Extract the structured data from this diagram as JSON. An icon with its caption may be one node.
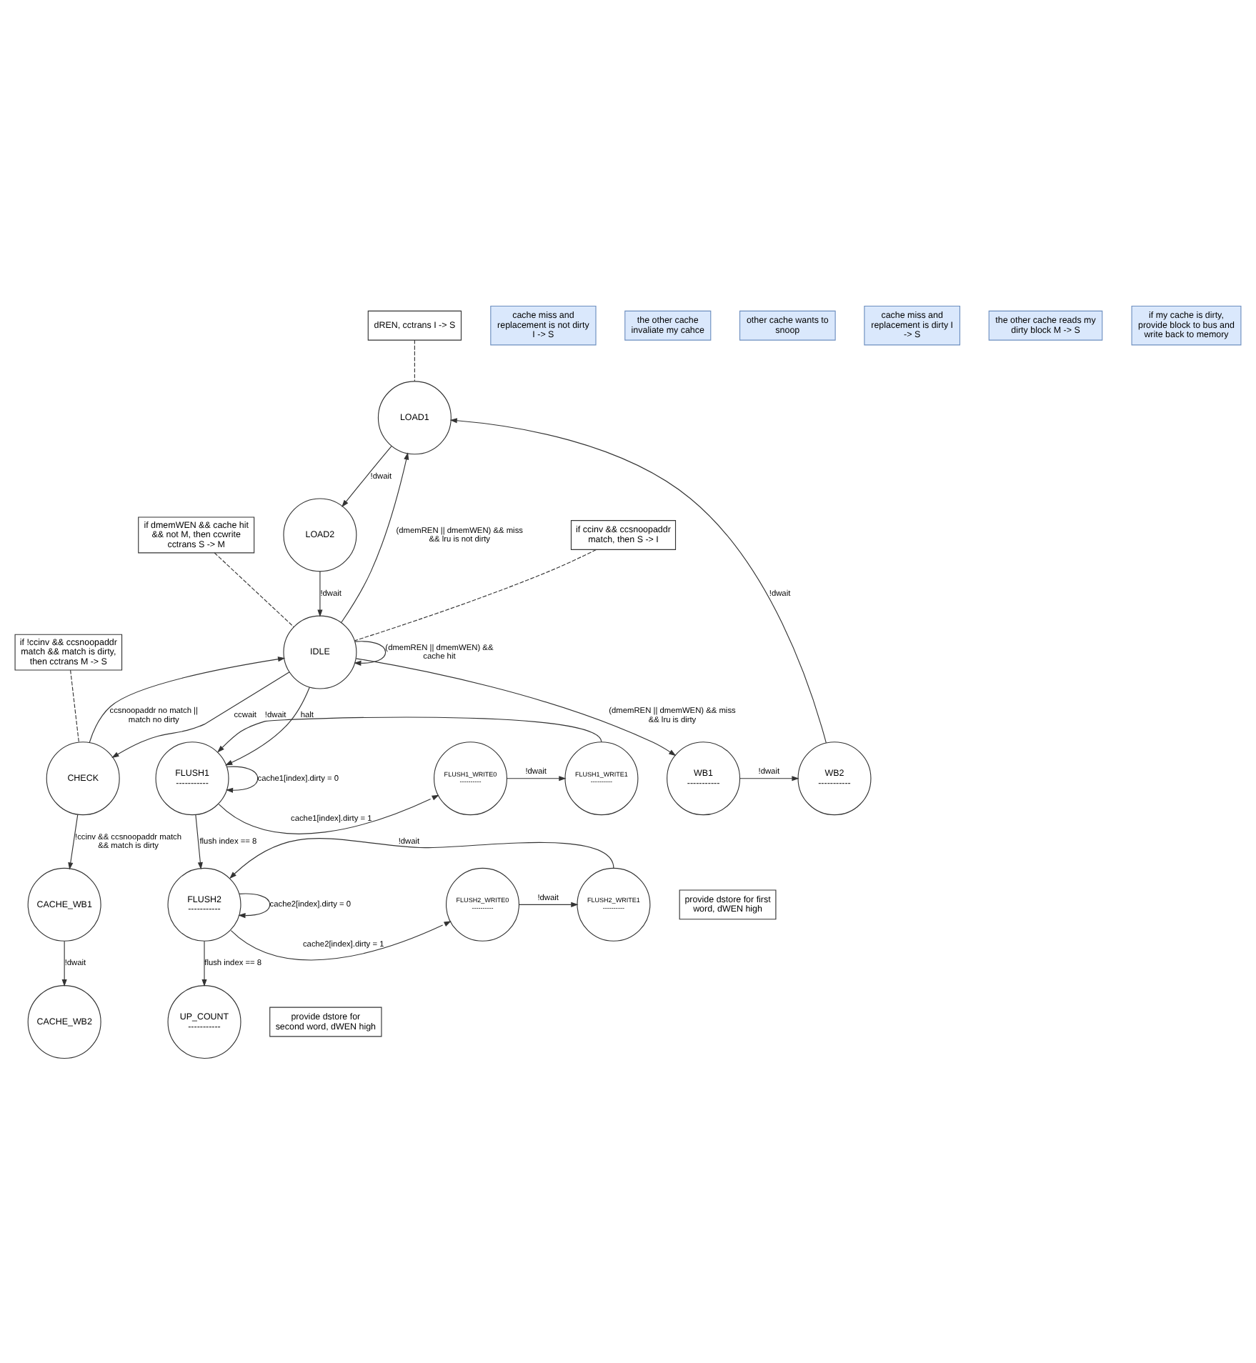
{
  "diagram": {
    "nodes": [
      {
        "text": [
          "dREN, cctrans I -> S"
        ]
      },
      {
        "text": [
          "cache miss and replacement is not dirty I -> S"
        ]
      },
      {
        "text": [
          "the other cache invaliate my cahce"
        ]
      },
      {
        "text": [
          "LOAD1"
        ]
      },
      {
        "text": [
          "if ccinv && ccsnoopaddr match, then S -> I"
        ]
      },
      {
        "text": [
          "if dmemWEN && cache hit && not M, then ccwrite cctrans S -> M"
        ]
      },
      {
        "text": [
          "if !ccinv && ccsnoopaddr match && match is dirty, then cctrans M -> S"
        ]
      },
      {
        "text": [
          "LOAD2"
        ]
      },
      {
        "text": [
          "IDLE"
        ]
      },
      {
        "text": [
          "other cache wants to snoop"
        ]
      },
      {
        "text": [
          "CHECK"
        ]
      },
      {
        "text": [
          "cache miss and replacement is dirty I -> S"
        ]
      },
      {
        "text": [
          "WB1",
          "-----------"
        ]
      },
      {
        "text": [
          "WB2",
          "-----------"
        ]
      },
      {
        "text": [
          "the other cache reads my dirty block M -> S"
        ]
      },
      {
        "text": [
          "CACHE_WB1"
        ]
      },
      {
        "text": [
          "provide dstore for first word, dWEN high"
        ]
      },
      {
        "text": [
          "if my cache is dirty, provide block to bus and write back to memory"
        ]
      },
      {
        "text": [
          "FLUSH1",
          "-----------"
        ]
      },
      {
        "text": [
          "FLUSH1_WRITE0",
          "----------"
        ]
      },
      {
        "text": [
          "FLUSH1_WRITE1",
          "----------"
        ]
      },
      {
        "text": [
          "CACHE_WB2"
        ]
      },
      {
        "text": [
          "provide dstore for second word, dWEN high"
        ]
      },
      {
        "text": [
          "FLUSH2",
          "-----------"
        ]
      },
      {
        "text": [
          "FLUSH2_WRITE0",
          "----------"
        ]
      },
      {
        "text": [
          "FLUSH2_WRITE1",
          "----------"
        ]
      },
      {
        "text": [
          "UP_COUNT",
          "-----------"
        ]
      }
    ],
    "edges": [
      {
        "from": 8,
        "to": 8,
        "arrow": "to",
        "label": "(dmemREN || dmemWEN) && cache hit"
      },
      {
        "from": 8,
        "to": 3,
        "arrow": "to",
        "label": "(dmemREN || dmemWEN) && miss && lru is not dirty"
      },
      {
        "from": 3,
        "to": 7,
        "arrow": "to",
        "label": "!dwait"
      },
      {
        "from": 7,
        "to": 8,
        "arrow": "to",
        "label": "!dwait"
      },
      {
        "from": 8,
        "to": 10,
        "arrow": "to",
        "label": "ccwait"
      },
      {
        "from": 10,
        "to": 8,
        "arrow": "to",
        "label": "ccsnoopaddr no match || match no dirty"
      },
      {
        "from": 10,
        "to": 15,
        "arrow": "to",
        "label": "!ccinv && ccsnoopaddr match && match is dirty"
      },
      {
        "from": 15,
        "to": 21,
        "arrow": "to",
        "label": "!dwait"
      },
      {
        "from": 8,
        "to": 12,
        "arrow": "to",
        "label": "(dmemREN || dmemWEN) && miss && lru is dirty"
      },
      {
        "from": 12,
        "to": 13,
        "arrow": "to",
        "label": "!dwait"
      },
      {
        "from": 13,
        "to": 3,
        "arrow": "to",
        "label": "!dwait"
      },
      {
        "from": 8,
        "to": 18,
        "arrow": "to",
        "label": "halt"
      },
      {
        "from": 18,
        "to": 18,
        "arrow": "to",
        "label": "cache1[index].dirty = 0"
      },
      {
        "from": 18,
        "to": 19,
        "arrow": "to",
        "label": "cache1[index].dirty = 1"
      },
      {
        "from": 19,
        "to": 20,
        "arrow": "to",
        "label": "!dwait"
      },
      {
        "from": 20,
        "to": 18,
        "arrow": "to",
        "label": "!dwait"
      },
      {
        "from": 18,
        "to": 23,
        "arrow": "to",
        "label": "flush index == 8"
      },
      {
        "from": 23,
        "to": 23,
        "arrow": "to",
        "label": "cache2[index].dirty = 0"
      },
      {
        "from": 23,
        "to": 24,
        "arrow": "to",
        "label": "cache2[index].dirty = 1"
      },
      {
        "from": 24,
        "to": 25,
        "arrow": "to",
        "label": "!dwait"
      },
      {
        "from": 25,
        "to": 23,
        "arrow": "to",
        "label": "!dwait"
      },
      {
        "from": 23,
        "to": 26,
        "arrow": "to",
        "label": "flush index == 8"
      },
      {
        "from": 0,
        "to": 3,
        "arrow": "none",
        "style": "dashed"
      },
      {
        "from": 4,
        "to": 8,
        "arrow": "none",
        "style": "dashed"
      },
      {
        "from": 5,
        "to": 8,
        "arrow": "none",
        "style": "dashed"
      },
      {
        "from": 6,
        "to": 10,
        "arrow": "none",
        "style": "dashed"
      }
    ]
  }
}
